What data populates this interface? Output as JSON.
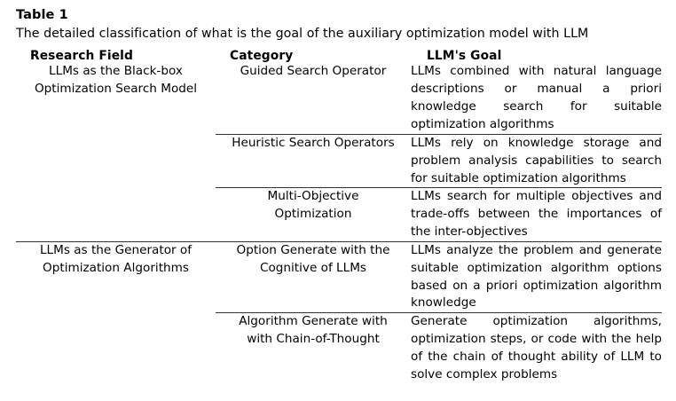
{
  "caption": {
    "label": "Table 1",
    "text": "The detailed classification of what is the goal of the auxiliary optimization model with LLM"
  },
  "table": {
    "columns": [
      {
        "key": "research_field",
        "header": "Research Field"
      },
      {
        "key": "category",
        "header": "Category"
      },
      {
        "key": "llms_goal",
        "header": "LLM's Goal"
      }
    ],
    "groups": [
      {
        "research_field": "LLMs as the Black-box Optimization Search Model",
        "research_field_line1": "LLMs as the Black-box",
        "research_field_line2": "Optimization Search Model",
        "rows": [
          {
            "category": "Guided Search Operator",
            "category_line1": "Guided Search Operator",
            "category_line2": "",
            "llms_goal": "LLMs combined with natural language descriptions or manual a priori knowledge search for suitable optimization algorithms"
          },
          {
            "category": "Heuristic Search Operators",
            "category_line1": "Heuristic Search Operators",
            "category_line2": "",
            "llms_goal": "LLMs rely on knowledge storage and problem analysis capabilities to search for suitable optimization algorithms"
          },
          {
            "category": "Multi-Objective Optimization",
            "category_line1": "Multi-Objective",
            "category_line2": "Optimization",
            "llms_goal": "LLMs search for multiple objectives and trade-offs between the importances of the inter-objectives"
          }
        ]
      },
      {
        "research_field": "LLMs as the Generator of Optimization Algorithms",
        "research_field_line1": "LLMs as the Generator of",
        "research_field_line2": "Optimization Algorithms",
        "rows": [
          {
            "category": "Option Generate with the Cognitive of LLMs",
            "category_line1": "Option Generate with the",
            "category_line2": "Cognitive of LLMs",
            "llms_goal": "LLMs analyze the problem and generate suitable optimization algorithm options based on a priori optimization algorithm knowledge"
          },
          {
            "category": "Algorithm Generate with with Chain-of-Thought",
            "category_line1": "Algorithm Generate with",
            "category_line2": "with Chain-of-Thought",
            "llms_goal": "Generate optimization algorithms, optimization steps, or code with the help of the chain of thought ability of LLM to solve complex problems"
          }
        ]
      }
    ]
  },
  "colors": {
    "text": "#000000",
    "rule_heavy": "#111111",
    "rule_light": "#333333",
    "background": "#ffffff"
  }
}
